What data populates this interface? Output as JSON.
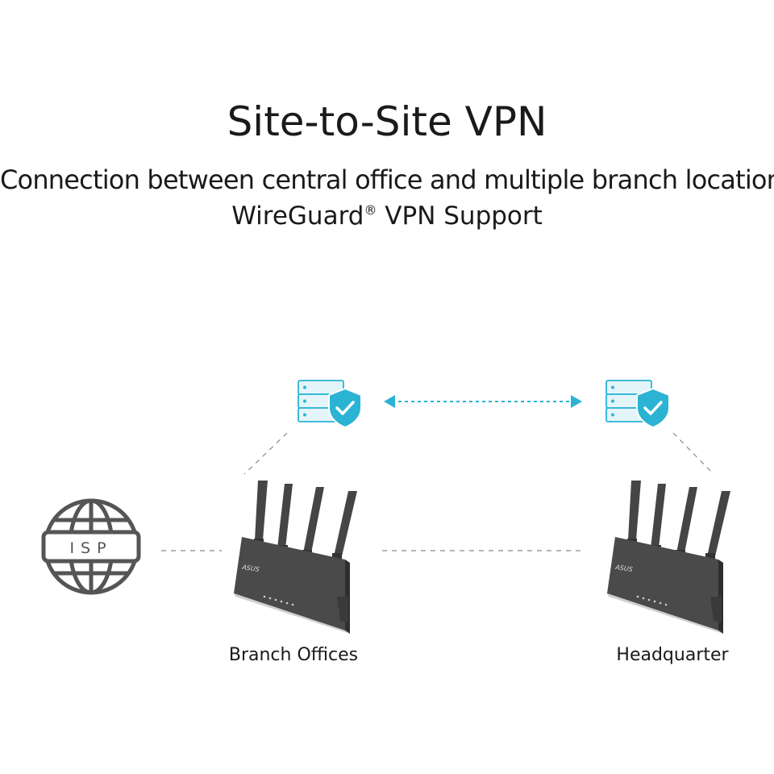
{
  "header": {
    "title": "Site-to-Site VPN",
    "subtitle": "Connection between central office and multiple branch location",
    "support_text": "WireGuard",
    "support_mark": "®",
    "support_suffix": " VPN Support"
  },
  "nodes": {
    "isp_label": "ISP",
    "branch_label": "Branch Offices",
    "hq_label": "Headquarter",
    "router_brand": "ASUS"
  },
  "icons": {
    "isp": "globe-icon",
    "vpn_server": "server-shield-icon",
    "router": "router-icon"
  },
  "colors": {
    "accent": "#2bb3d4",
    "accent_light": "#d6f1f8",
    "router_body": "#4a4a4a",
    "dashed_line": "#8a8a8a"
  }
}
